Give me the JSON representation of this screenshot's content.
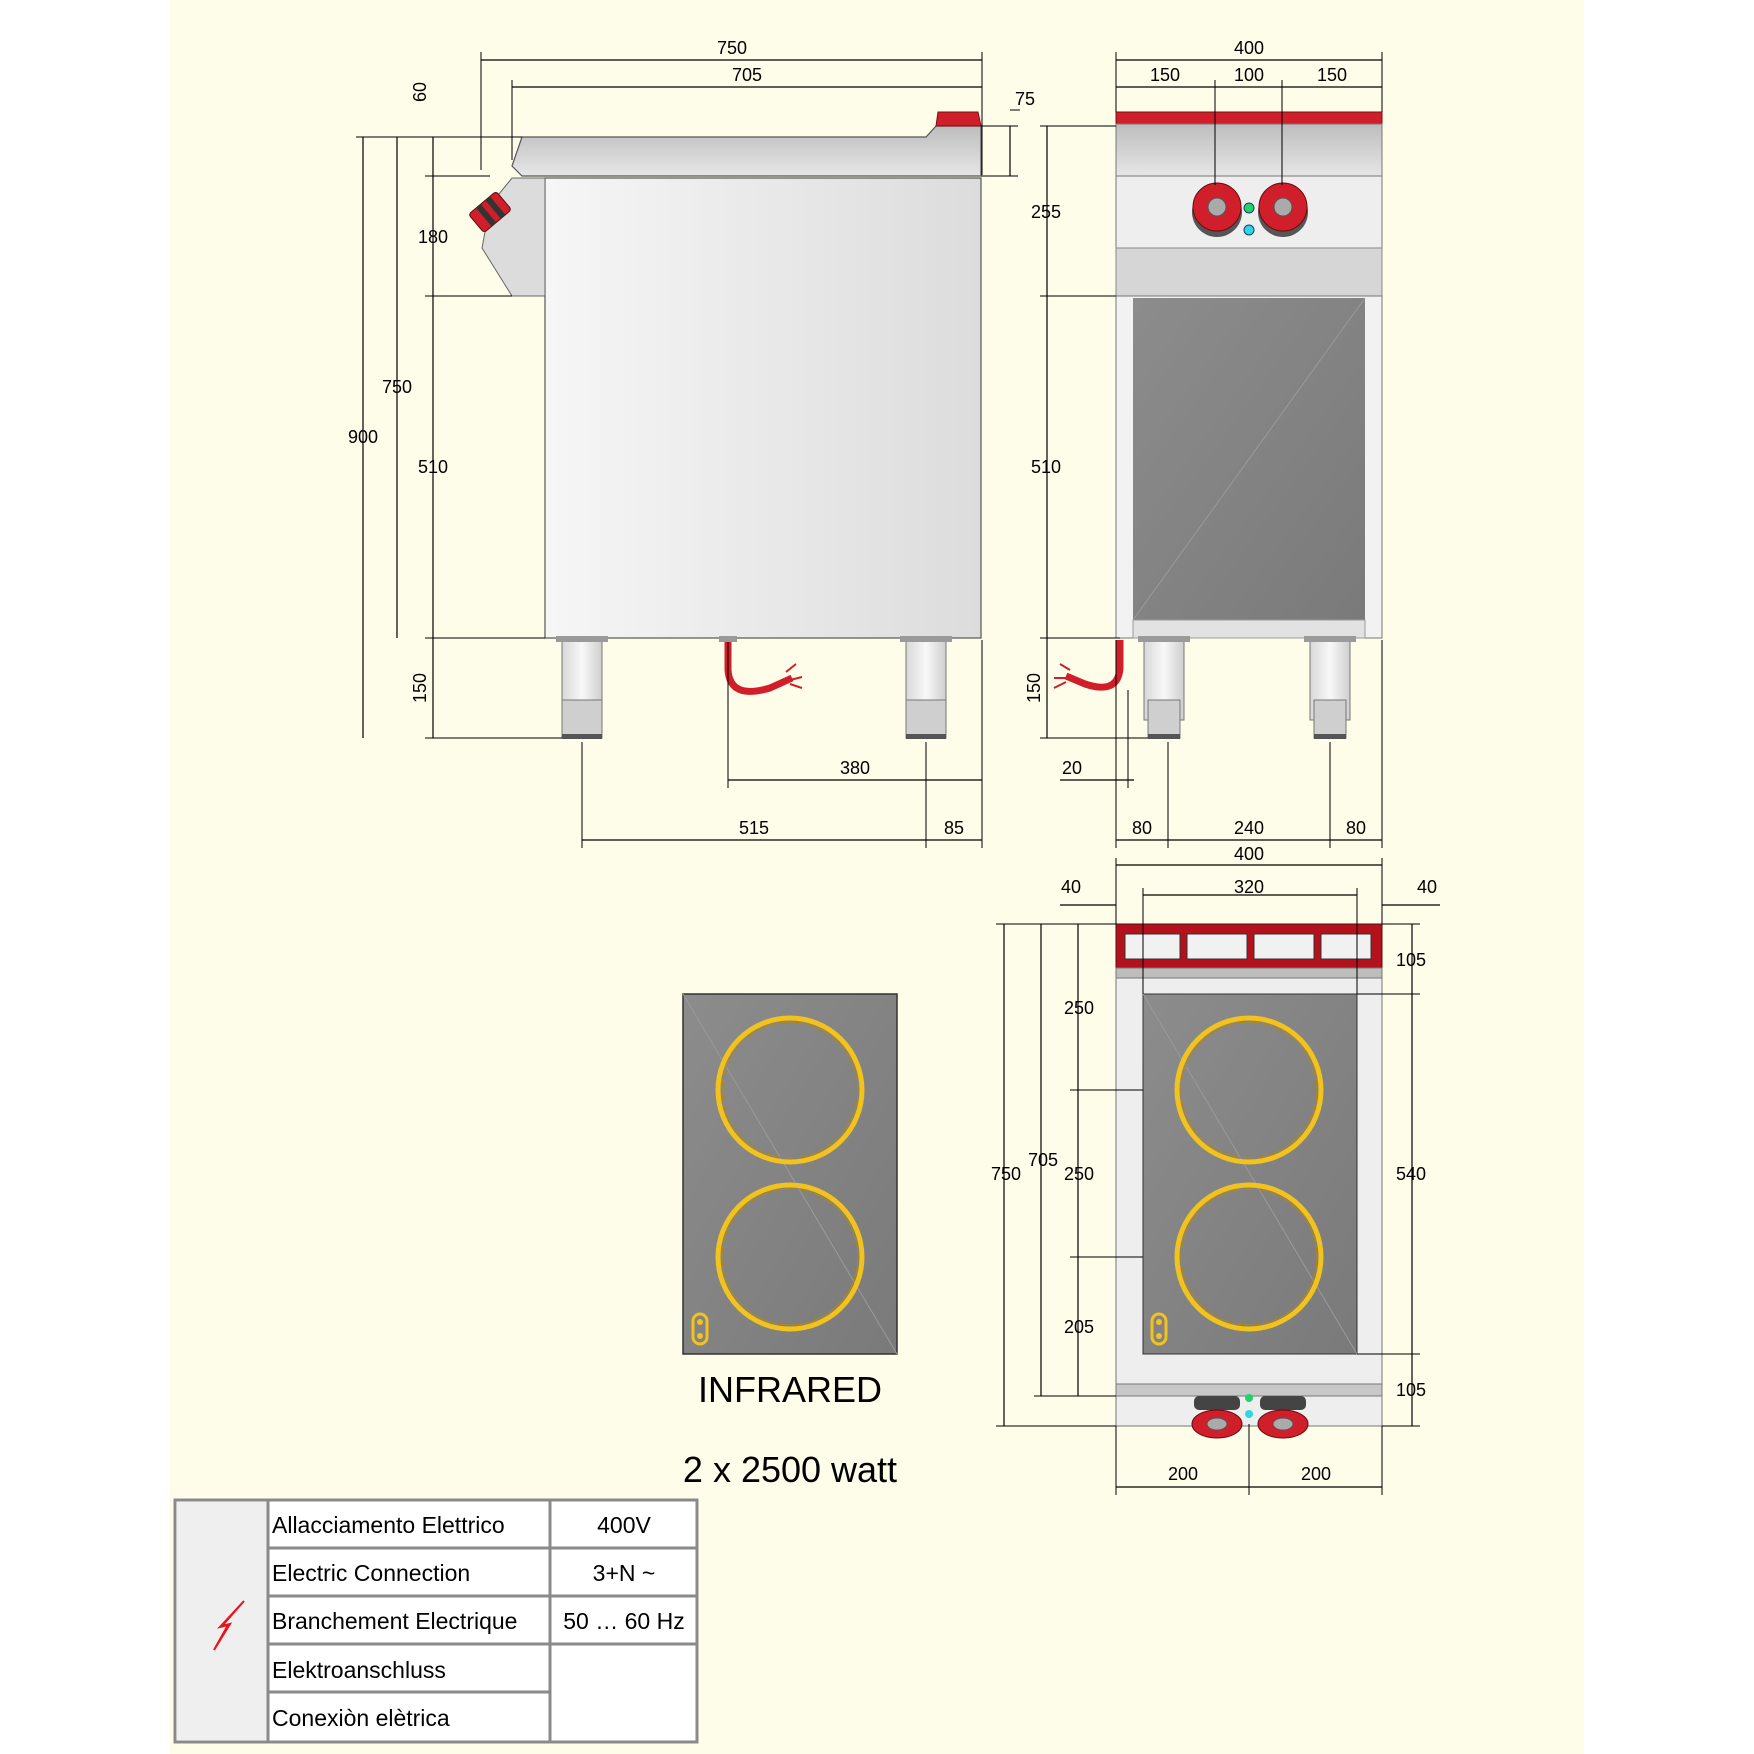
{
  "colors": {
    "background": "#fefde9",
    "steel": "#e9e9e9",
    "steel_dark": "#a8a8a8",
    "panel": "#848484",
    "accent_red": "#d01f2a",
    "ring": "#f2c21d"
  },
  "side_view": {
    "dims": {
      "total_depth": "750",
      "top_depth": "705",
      "back_h": "60",
      "upstand": "75",
      "panel_h": "180",
      "body_h": "750",
      "total_h": "900",
      "cabinet_h": "510",
      "leg_h": "150",
      "cable_pos": "380",
      "leg_span": "515",
      "leg_back": "85"
    }
  },
  "front_view": {
    "dims": {
      "width": "400",
      "seg_left": "150",
      "seg_mid": "100",
      "seg_right": "150",
      "top_h": "255",
      "cabinet_h": "510",
      "leg_h": "150",
      "cable_off": "20",
      "leg_left": "80",
      "leg_span": "240",
      "leg_right": "80"
    }
  },
  "top_view": {
    "dims": {
      "width": "400",
      "inner": "320",
      "side_left": "40",
      "side_right": "40",
      "back_h": "105",
      "total": "750",
      "top": "705",
      "row1": "250",
      "row2": "250",
      "row3": "205",
      "plate": "540",
      "front_h": "105",
      "knob_left": "200",
      "knob_right": "200"
    }
  },
  "hob": {
    "label": "INFRARED",
    "power": "2 x 2500 watt",
    "burners": 2
  },
  "spec_table": {
    "icon": "lightning-icon",
    "rows": [
      {
        "label": "Allacciamento Elettrico",
        "value": "400V"
      },
      {
        "label": "Electric Connection",
        "value": "3+N ~"
      },
      {
        "label": "Branchement Electrique",
        "value": "50 … 60 Hz"
      },
      {
        "label": "Elektroanschluss",
        "value": ""
      },
      {
        "label": "Conexiòn elètrica",
        "value": ""
      }
    ]
  }
}
